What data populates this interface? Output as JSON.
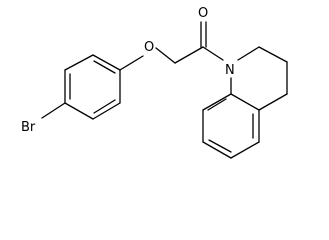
{
  "molecule": {
    "atoms": {
      "bromine": "Br",
      "ether_oxygen": "O",
      "carbonyl_oxygen": "O",
      "nitrogen": "N"
    },
    "colors": {
      "bond": "#000000",
      "background": "#ffffff"
    }
  }
}
